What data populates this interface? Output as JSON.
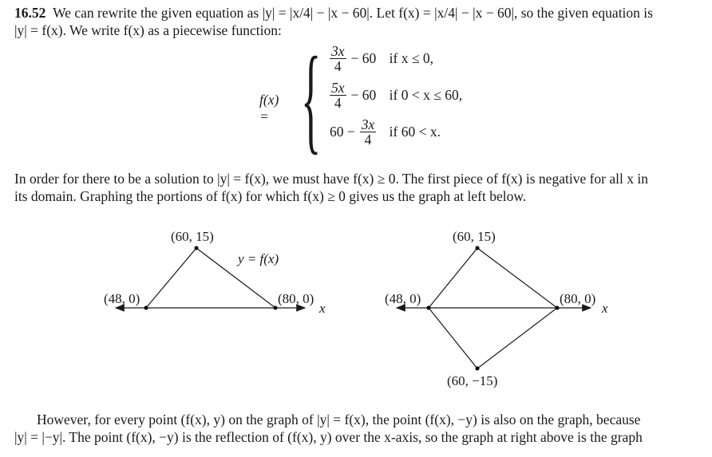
{
  "para1": {
    "number": "16.52",
    "line1": "We can rewrite the given equation as |y| = |x/4| − |x − 60|. Let f(x) = |x/4| − |x − 60|, so the given equation is",
    "line2": "|y| = f(x). We write f(x) as a piecewise function:"
  },
  "piecewise": {
    "lhs": "f(x) =",
    "cases": [
      {
        "pre": "",
        "num": "3x",
        "den": "4",
        "post": "− 60",
        "cond": "if x ≤ 0,"
      },
      {
        "pre": "",
        "num": "5x",
        "den": "4",
        "post": "− 60",
        "cond": "if 0 < x ≤ 60,"
      },
      {
        "pre": "60 −",
        "num": "3x",
        "den": "4",
        "post": "",
        "cond": "if 60 < x."
      }
    ]
  },
  "para2": {
    "line1": "In order for there to be a solution to |y| = f(x), we must have f(x) ≥ 0. The first piece of f(x) is negative for all x in",
    "line2": "its domain. Graphing the portions of f(x) for which f(x) ≥ 0 gives us the graph at left below."
  },
  "graph_left": {
    "p1": "(48, 0)",
    "p2": "(60, 15)",
    "p3": "(80, 0)",
    "curve_label": "y = f(x)",
    "axis_label": "x"
  },
  "graph_right": {
    "p1": "(48, 0)",
    "p2": "(60, 15)",
    "p3": "(80, 0)",
    "p4": "(60, −15)",
    "axis_label": "x"
  },
  "para3": {
    "line1": "However, for every point (f(x), y) on the graph of |y| = f(x), the point (f(x), −y) is also on the graph, because",
    "line2": "|y| = |−y|. The point (f(x), −y) is the reflection of (f(x), y) over the x-axis, so the graph at right above is the graph"
  }
}
